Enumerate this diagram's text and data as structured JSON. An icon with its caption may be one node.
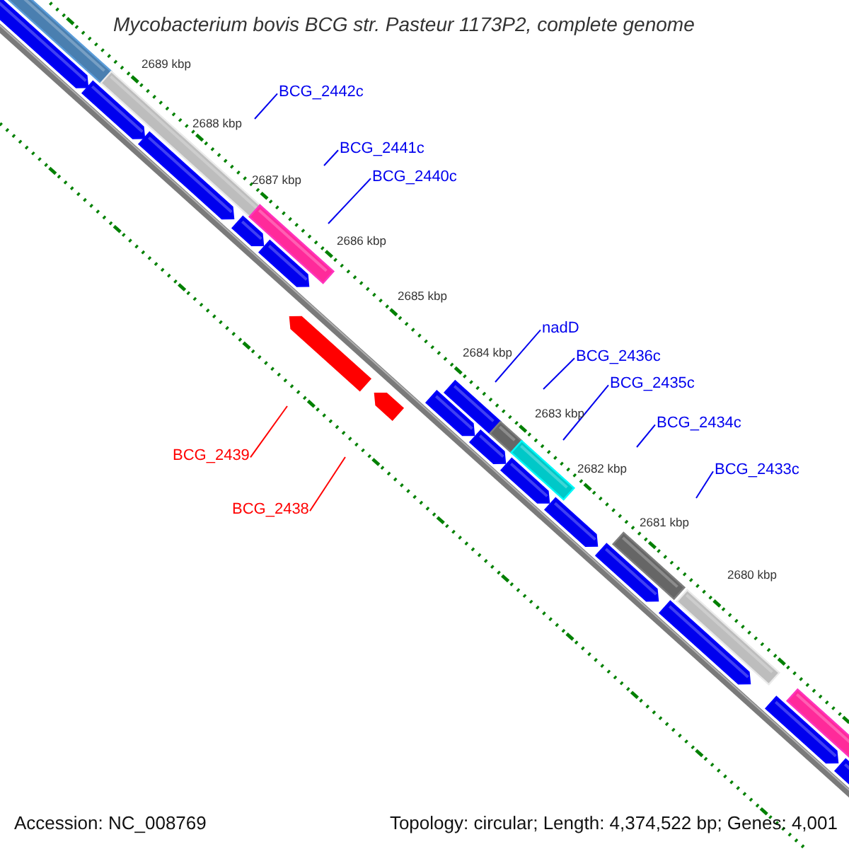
{
  "diagram": {
    "title": "Mycobacterium bovis BCG str. Pasteur 1173P2, complete genome",
    "nodes": [
      {
        "text": [
          "BCG_2442c"
        ]
      },
      {
        "text": [
          "BCG_2441c"
        ]
      },
      {
        "text": [
          "BCG_2440c"
        ]
      },
      {
        "text": [
          "nadD"
        ]
      },
      {
        "text": [
          "BCG_2436c"
        ]
      },
      {
        "text": [
          "BCG_2435c"
        ]
      },
      {
        "text": [
          "BCG_2434c"
        ]
      },
      {
        "text": [
          "BCG_2433c"
        ]
      },
      {
        "text": [
          "BCG_2439"
        ]
      },
      {
        "text": [
          "BCG_2438"
        ]
      }
    ],
    "edges": [
      {
        "from": 0,
        "to": null,
        "arrow": "none"
      },
      {
        "from": 1,
        "to": null,
        "arrow": "none"
      },
      {
        "from": 2,
        "to": null,
        "arrow": "none"
      },
      {
        "from": 3,
        "to": null,
        "arrow": "none"
      },
      {
        "from": 4,
        "to": null,
        "arrow": "none"
      },
      {
        "from": 5,
        "to": null,
        "arrow": "none"
      },
      {
        "from": 6,
        "to": null,
        "arrow": "none"
      },
      {
        "from": 7,
        "to": null,
        "arrow": "none"
      },
      {
        "from": 8,
        "to": null,
        "arrow": "none",
        "color": "#ff0000"
      },
      {
        "from": 9,
        "to": null,
        "arrow": "none",
        "color": "#ff0000"
      }
    ],
    "labels": [
      "2689 kbp",
      "2688 kbp",
      "2687 kbp",
      "2686 kbp",
      "2685 kbp",
      "2684 kbp",
      "2683 kbp",
      "2682 kbp",
      "2681 kbp",
      "2680 kbp",
      "Accession: NC_008769",
      "Topology: circular; Length: 4,374,522 bp; Genes: 4,001"
    ]
  }
}
